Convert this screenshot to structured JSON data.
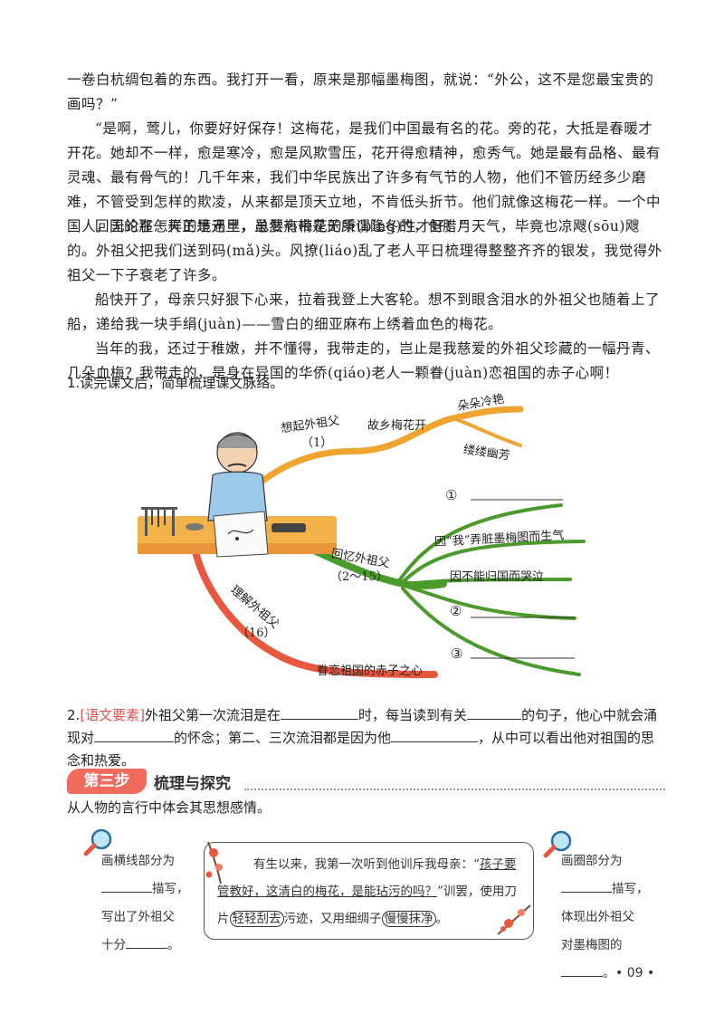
{
  "story": {
    "p1": "一卷白杭绸包着的东西。我打开一看，原来是那幅墨梅图，就说：“外公，这不是您最宝贵的画吗？”",
    "p2": "“是啊，莺儿，你要好好保存！这梅花，是我们中国最有名的花。旁的花，大抵是春暖才开花。她却不一样，愈是寒冷，愈是风欺雪压，花开得愈精神，愈秀气。她是最有品格、最有灵魂、最有骨气的！几千年来，我们中华民族出了许多有气节的人物，他们不管历经多少磨难，不管受到怎样的欺凌，从来都是顶天立地，不肯低头折节。他们就像这梅花一样。一个中国人，无论在怎样的境遇里，总要有梅花的秉(bǐng)性才好！”",
    "p3": "回国的那一天正是元旦，虽然热带是无所谓隆冬的，但腊月天气，毕竟也凉飕(sōu)飕的。外祖父把我们送到码(mǎ)头。风撩(liáo)乱了老人平日梳理得整整齐齐的银发，我觉得外祖父一下子衰老了许多。",
    "p4": "船快开了，母亲只好狠下心来，拉着我登上大客轮。想不到眼含泪水的外祖父也随着上了船，递给我一块手绢(juàn)——雪白的细亚麻布上绣着血色的梅花。",
    "p5": "当年的我，还过于稚嫩，并不懂得，我带走的，岂止是我慈爱的外祖父珍藏的一幅丹青、几朵血梅？我带走的，是身在异国的华侨(qiáo)老人一颗眷(juàn)恋祖国的赤子心啊！"
  },
  "q1": {
    "label": "1.读完课文后，简单梳理课文脉络。"
  },
  "mindmap": {
    "branch_top": "想起外祖父",
    "branch_top_range": "（1）",
    "top_node": "故乡梅花开",
    "top_leaf1": "朵朵冷艳",
    "top_leaf2": "缕缕幽芳",
    "branch_mid": "回忆外祖父",
    "branch_mid_range": "（2～15）",
    "mid_leaf1": "①",
    "mid_leaf2": "因“我”弄脏墨梅图而生气",
    "mid_leaf3": "因不能归国而哭泣",
    "mid_leaf4": "②",
    "mid_leaf5": "③",
    "branch_bot": "理解外祖父",
    "branch_bot_range": "（16）",
    "bot_leaf": "眷恋祖国的赤子之心",
    "colors": {
      "orange": "#f0a430",
      "green": "#4a9a2c",
      "red": "#e8583f"
    }
  },
  "q2": {
    "num": "2.",
    "tag": "[语文要素]",
    "t1": "外祖父第一次流泪是在",
    "t2": "时，每当读到有关",
    "t3": "的句子，他心中就会涌现对",
    "t4": "的怀念；第二、三次流泪都是因为他",
    "t5": "，从中可以看出他对祖国的思念和热爱。"
  },
  "step3": {
    "badge": "第三步",
    "title": "梳理与探究",
    "intro": "从人物的言行中体会其思想感情。",
    "left_note": [
      "画横线部分为",
      "描写，",
      "写出了外祖父",
      "十分",
      "。"
    ],
    "right_note": [
      "画圈部分为",
      "描写，",
      "体现出外祖父",
      "对墨梅图的",
      "。"
    ],
    "quote_a": "有生以来，我第一次听到他训斥我母亲：“",
    "quote_b": "孩子要管教好，这清白的梅花，是能玷污的吗？",
    "quote_c": "”训罢，使用刀片",
    "quote_d": "轻轻刮去",
    "quote_e": "污迹，又用细绸子",
    "quote_f": "慢慢抹净",
    "quote_g": "。"
  },
  "page_number": "09"
}
